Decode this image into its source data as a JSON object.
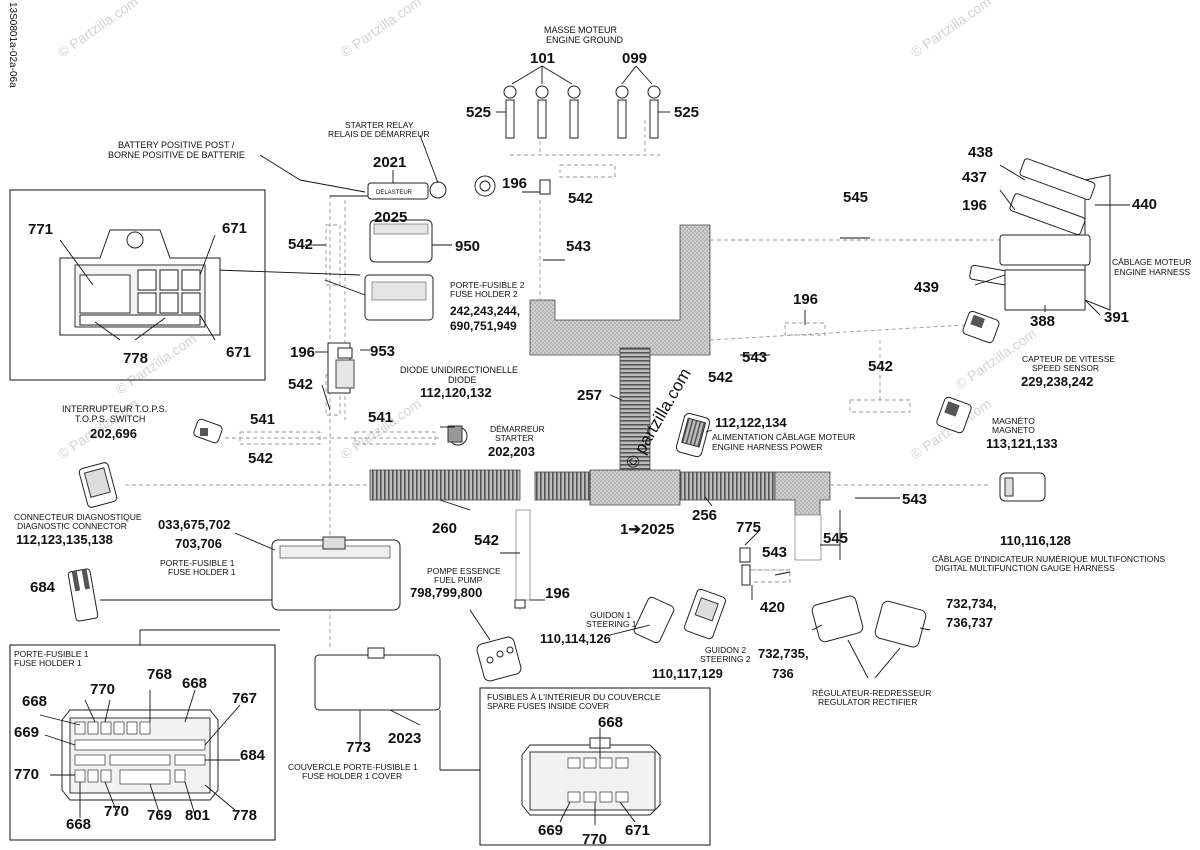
{
  "side_label": "13S0801a-02a-06a",
  "watermark": "© Partzilla.com",
  "center_watermark": "© partzilla.com",
  "callouts": {
    "engine_ground_fr": "MASSE MOTEUR",
    "engine_ground_en": "ENGINE GROUND",
    "n101": "101",
    "n099": "099",
    "n525a": "525",
    "n525b": "525",
    "starter_relay_en": "STARTER RELAY",
    "starter_relay_fr": "RELAIS DE DÉMARREUR",
    "battery_post_en": "BATTERY POSITIVE POST /",
    "battery_post_fr": "BORNE POSITIVE DE BATTERIE",
    "n2021": "2021",
    "n196a": "196",
    "n542a": "542",
    "n2025": "2025",
    "n950": "950",
    "n543a": "543",
    "n545a": "545",
    "n438": "438",
    "n437": "437",
    "n196b": "196",
    "n440": "440",
    "engine_harness_fr": "CÂBLAGE MOTEUR",
    "engine_harness_en": "ENGINE HARNESS",
    "n439": "439",
    "n388": "388",
    "n391": "391",
    "n771": "771",
    "n671a": "671",
    "n671b": "671",
    "n778a": "778",
    "n542b": "542",
    "fuse_holder2_fr": "PORTE-FUSIBLE 2",
    "fuse_holder2_en": "FUSE HOLDER 2",
    "fuse_holder2_parts1": "242,243,244,",
    "fuse_holder2_parts2": "690,751,949",
    "n196c": "196",
    "n953": "953",
    "n196d": "196",
    "n543b": "543",
    "n542c": "542",
    "speed_sensor_fr": "CAPTEUR DE VITESSE",
    "speed_sensor_en": "SPEED SENSOR",
    "speed_sensor_parts": "229,238,242",
    "diode_fr": "DIODE UNIDIRECTIONELLE",
    "diode_en": "DIODE",
    "diode_parts": "112,120,132",
    "n542d": "542",
    "n257": "257",
    "n542e": "542",
    "tops_fr": "INTERRUPTEUR T.O.P.S.",
    "tops_en": "T.O.P.S. SWITCH",
    "tops_parts": "202,696",
    "n541a": "541",
    "n541b": "541",
    "starter_fr": "DÉMARREUR",
    "starter_en": "STARTER",
    "starter_parts": "202,203",
    "ehp_parts": "112,122,134",
    "ehp_fr": "ALIMENTATION CÂBLAGE MOTEUR",
    "ehp_en": "ENGINE HARNESS POWER",
    "magneto_fr": "MAGNÉTO",
    "magneto_en": "MAGNETO",
    "magneto_parts": "113,121,133",
    "n542f": "542",
    "diag_fr": "CONNECTEUR DIAGNOSTIQUE",
    "diag_en": "DIAGNOSTIC CONNECTOR",
    "diag_parts": "112,123,135,138",
    "n260": "260",
    "n256": "256",
    "n543c": "543",
    "gauge_parts": "110,116,128",
    "gauge_fr": "CÂBLAGE D'INDICATEUR NUMÉRIQUE MULTIFONCTIONS",
    "gauge_en": "DIGITAL MULTIFUNCTION GAUGE HARNESS",
    "fh1_parts1": "033,675,702",
    "fh1_parts2": "703,706",
    "fh1_fr": "PORTE-FUSIBLE 1",
    "fh1_en": "FUSE HOLDER 1",
    "n542g": "542",
    "arrow_2025": "1➔2025",
    "n775": "775",
    "n543d": "543",
    "n545b": "545",
    "fuel_pump_fr": "POMPE ESSENCE",
    "fuel_pump_en": "FUEL PUMP",
    "fuel_pump_parts": "798,799,800",
    "n196e": "196",
    "n684a": "684",
    "n420": "420",
    "steer1_fr": "GUIDON 1",
    "steer1_en": "STEERING 1",
    "steer1_parts": "110,114,126",
    "steer2_fr": "GUIDON 2",
    "steer2_en": "STEERING 2",
    "steer2_parts": "110,117,129",
    "reg_parts_a1": "732,735,",
    "reg_parts_a2": "736",
    "reg_parts_b1": "732,734,",
    "reg_parts_b2": "736,737",
    "reg_fr": "RÉGULATEUR-REDRESSEUR",
    "reg_en": "REGULATOR RECTIFIER",
    "cover_fr": "COUVERCLE PORTE-FUSIBLE 1",
    "cover_en": "FUSE HOLDER 1 COVER",
    "n773": "773",
    "n2023": "2023"
  },
  "inset_fh1": {
    "title_fr": "PORTE-FUSIBLE 1",
    "title_en": "FUSE HOLDER 1",
    "n668a": "668",
    "n770a": "770",
    "n768": "768",
    "n668b": "668",
    "n767": "767",
    "n669": "669",
    "n684": "684",
    "n770b": "770",
    "n668c": "668",
    "n770c": "770",
    "n769": "769",
    "n801": "801",
    "n778": "778"
  },
  "inset_spare": {
    "title_fr": "FUSIBLES À L'INTÉRIEUR DU COUVERCLE",
    "title_en": "SPARE FUSES INSIDE COVER",
    "n668": "668",
    "n669": "669",
    "n770": "770",
    "n671": "671"
  }
}
